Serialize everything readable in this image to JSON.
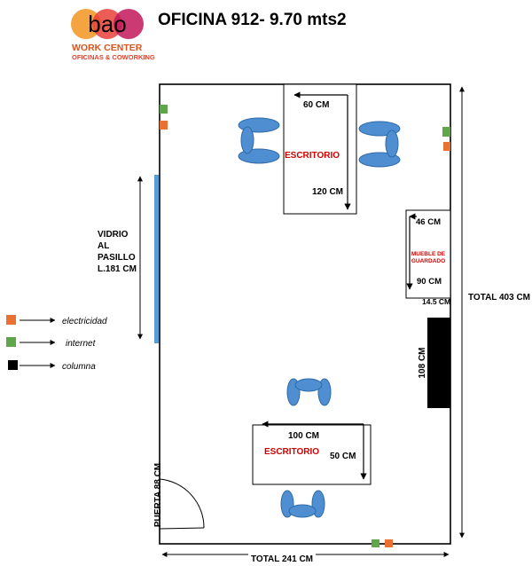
{
  "logo": {
    "letters": "bao",
    "line1": "WORK CENTER",
    "line2": "OFICINAS & COWORKING"
  },
  "title": "OFICINA 912- 9.70 mts2",
  "colors": {
    "electricity": "#e97132",
    "internet": "#5fa64a",
    "column": "#000000",
    "chair": "#4f8fd1",
    "window": "#5b9bd5",
    "desk_label": "#d40000"
  },
  "desk_top": {
    "label": "ESCRITORIO",
    "width_label": "60 CM",
    "length_label": "120 CM"
  },
  "cabinet": {
    "label_line1": "MUEBLE DE",
    "label_line2": "GUARDADO",
    "width_label": "46 CM",
    "length_label": "90 CM",
    "depth_label": "14.5 CM"
  },
  "window": {
    "line1": "VIDRIO",
    "line2": "AL",
    "line3": "PASILLO",
    "line4": "L.181 CM"
  },
  "column_label": "108 CM",
  "desk_bottom": {
    "label": "ESCRITORIO",
    "width_label": "100 CM",
    "depth_label": "50 CM"
  },
  "door_label": "PUERTA 88 CM",
  "total_width": "TOTAL 241 CM",
  "total_height": "TOTAL 403 CM",
  "legend": [
    {
      "label": "electricidad",
      "icon": "electricity-outlet-icon"
    },
    {
      "label": "internet",
      "icon": "internet-port-icon"
    },
    {
      "label": "columna",
      "icon": "column-icon"
    }
  ]
}
